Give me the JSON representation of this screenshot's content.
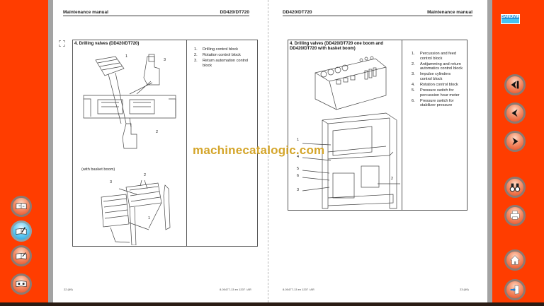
{
  "colors": {
    "sidebar": "#ff3d00",
    "strip": "#a3a3a3",
    "active_button": "#1b9fdb",
    "watermark": "#d4a52a",
    "logo_blue": "#2a95d8"
  },
  "brand": {
    "logo_text": "SANDVIK"
  },
  "watermark": "machinecatalogic.com",
  "left_toolbar": {
    "buttons": [
      {
        "name": "book-navigate-button",
        "icon": "book-arrows-icon",
        "active": false
      },
      {
        "name": "book-edit-button",
        "icon": "book-pencil-icon",
        "active": true
      },
      {
        "name": "book-annotate-button",
        "icon": "book-pen-icon",
        "active": false
      },
      {
        "name": "book-link-button",
        "icon": "book-link-icon",
        "active": false
      }
    ]
  },
  "right_toolbar": {
    "buttons": [
      {
        "name": "first-page-button",
        "icon": "first-page-icon"
      },
      {
        "name": "previous-page-button",
        "icon": "chevron-left-icon"
      },
      {
        "name": "next-page-button",
        "icon": "chevron-right-icon"
      },
      {
        "name": "search-button",
        "icon": "binoculars-icon"
      },
      {
        "name": "print-button",
        "icon": "printer-icon"
      },
      {
        "name": "home-button",
        "icon": "home-icon"
      },
      {
        "name": "exit-button",
        "icon": "exit-door-icon"
      }
    ]
  },
  "left_page": {
    "header_left": "Maintenance manual",
    "header_right": "DD420/DT720",
    "section_title": "4. Drilling valves (DD420/DT720)",
    "legend": [
      {
        "num": "1.",
        "text": "Drilling control block"
      },
      {
        "num": "2.",
        "text": "Rotation control block"
      },
      {
        "num": "3.",
        "text": "Return automation control block"
      }
    ],
    "caption": "(with basket boom)",
    "callouts_top": [
      "1",
      "3",
      "2"
    ],
    "callouts_bottom": [
      "2",
      "3",
      "1"
    ],
    "footer_left": "22 (69)",
    "footer_right": "8-00477-13 en 1207 / AR"
  },
  "right_page": {
    "header_left": "DD420/DT720",
    "header_right": "Maintenance manual",
    "section_title_line1": "4. Drilling valves (DD420/DT720 one boom and",
    "section_title_line2": "DD420/DT720 with basket boom)",
    "legend": [
      {
        "num": "1.",
        "text": "Percussion and feed control block"
      },
      {
        "num": "2.",
        "text": "Antijamming and return automatics control block"
      },
      {
        "num": "3.",
        "text": "Impulse cylinders control block"
      },
      {
        "num": "4.",
        "text": "Rotation control block"
      },
      {
        "num": "5.",
        "text": "Pressure switch for percussion hour meter"
      },
      {
        "num": "6.",
        "text": "Pressure switch for stabilizer pressure"
      }
    ],
    "callouts": [
      "1",
      "4",
      "5",
      "6",
      "3",
      "2"
    ],
    "footer_left": "8-00477-13 en 1207 / AR",
    "footer_right": "23 (69)"
  }
}
